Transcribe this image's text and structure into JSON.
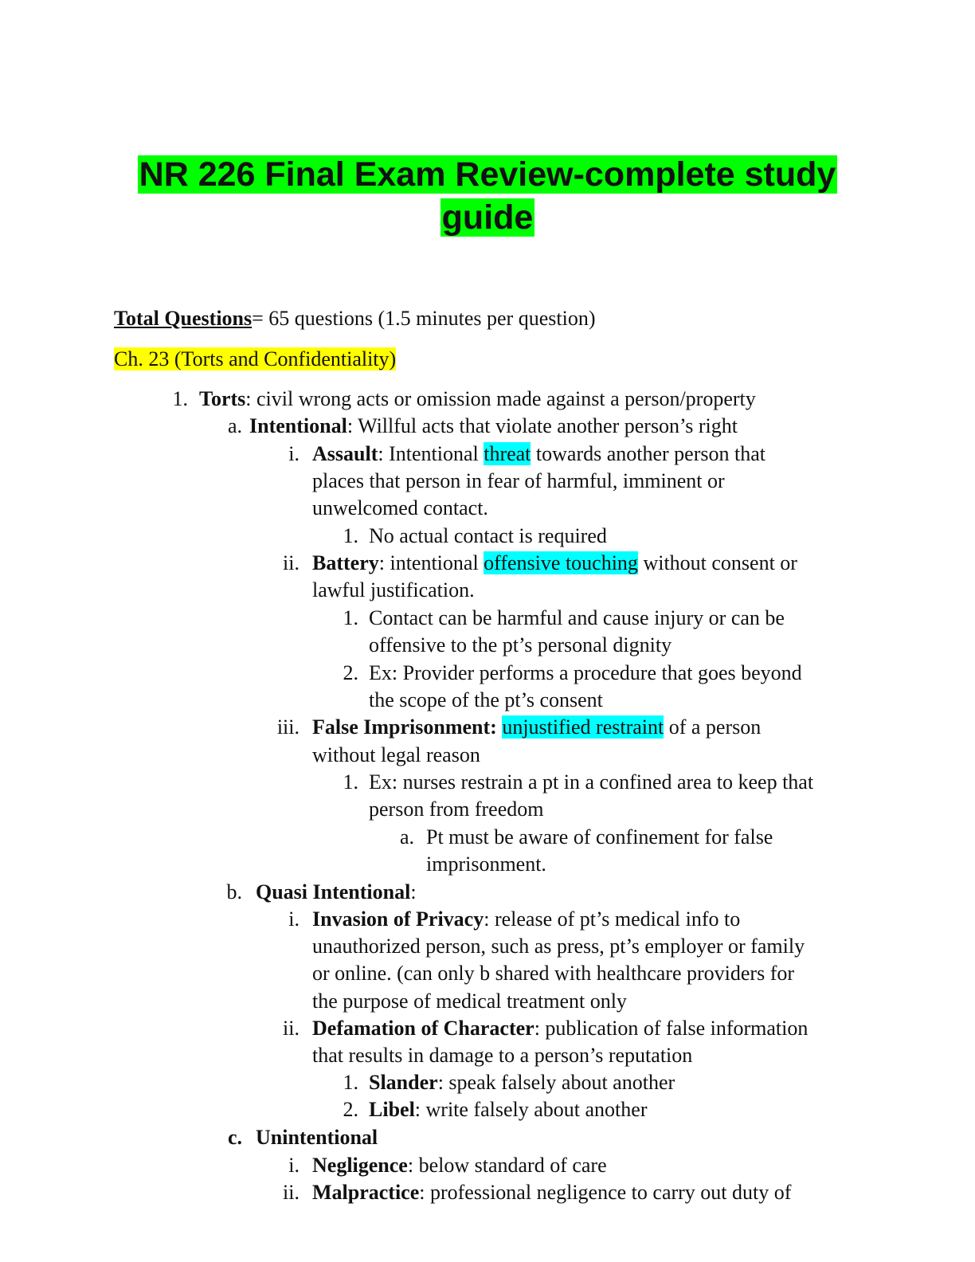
{
  "title": {
    "line1": "NR 226 Final Exam Review-complete study",
    "line2": "guide"
  },
  "total_questions": {
    "label": "Total Questions",
    "text": "= 65 questions (1.5 minutes per question)"
  },
  "chapter": "Ch. 23 (Torts and Confidentiality)",
  "outline": {
    "torts": {
      "marker": "1.",
      "term": "Torts",
      "text": ": civil wrong acts or omission made against a person/property"
    },
    "intentional": {
      "marker": "a.",
      "term": "Intentional",
      "text": ": Willful acts that violate another person’s right"
    },
    "assault": {
      "marker": "i.",
      "term": "Assault",
      "pre": ": Intentional ",
      "highlight": "threat",
      "post": " towards another person that",
      "line2": "places that person in fear of harmful, imminent or",
      "line3": "unwelcomed contact.",
      "sub1": {
        "marker": "1.",
        "text": "No actual contact is required"
      }
    },
    "battery": {
      "marker": "ii.",
      "term": "Battery",
      "pre": ": intentional ",
      "highlight": "offensive touching",
      "post": " without consent or",
      "line2": "lawful justification.",
      "sub1": {
        "marker": "1.",
        "line1": "Contact can be harmful and cause injury or can be",
        "line2": "offensive to the pt’s personal dignity"
      },
      "sub2": {
        "marker": "2.",
        "line1": "Ex: Provider performs a procedure that goes beyond",
        "line2": "the scope of the pt’s consent"
      }
    },
    "false_imprisonment": {
      "marker": "iii.",
      "term": "False Imprisonment:",
      "pre": " ",
      "highlight": "unjustified restraint",
      "post": " of a person",
      "line2": "without legal reason",
      "sub1": {
        "marker": "1.",
        "line1": "Ex: nurses restrain a pt in a confined area to keep that",
        "line2": "person from freedom"
      },
      "sub1a": {
        "marker": "a.",
        "line1": "Pt must be aware of confinement for false",
        "line2": "imprisonment."
      }
    },
    "quasi": {
      "marker": "b.",
      "term": "Quasi Intentional",
      "text": ":"
    },
    "invasion": {
      "marker": "i.",
      "term": "Invasion of Privacy",
      "text": ": release of pt’s medical info to",
      "line2": "unauthorized person, such as press, pt’s employer or family",
      "line3": "or online. (can only b shared with healthcare providers for",
      "line4": "the purpose of medical treatment only"
    },
    "defamation": {
      "marker": "ii.",
      "term": "Defamation of Character",
      "text": ": publication of false information",
      "line2": "that results in damage to a person’s reputation",
      "slander": {
        "marker": "1.",
        "term": "Slander",
        "text": ": speak falsely about another"
      },
      "libel": {
        "marker": "2.",
        "term": "Libel",
        "text": ": write falsely about another"
      }
    },
    "unintentional": {
      "marker": "c.",
      "term": "Unintentional"
    },
    "negligence": {
      "marker": "i.",
      "term": "Negligence",
      "text": ": below standard of care"
    },
    "malpractice": {
      "marker": "ii.",
      "term": "Malpractice",
      "text": ": professional negligence to carry out duty of"
    }
  }
}
